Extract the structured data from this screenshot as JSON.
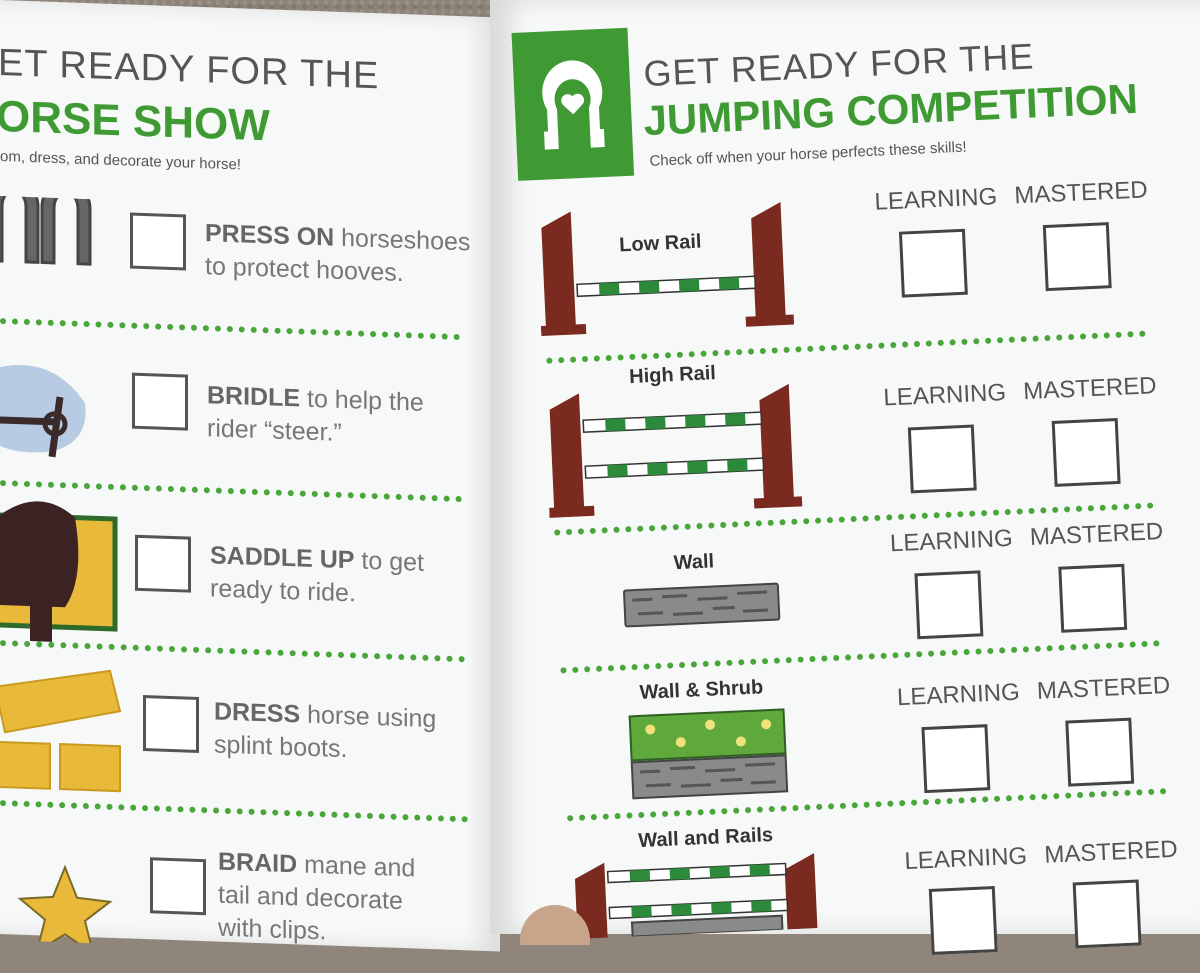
{
  "left_page": {
    "title_line1": "ET READY FOR THE",
    "title_line2": "ORSE SHOW",
    "subtitle": "om, dress, and decorate your horse!",
    "items": [
      {
        "bold": "PRESS ON",
        "rest": " horseshoes",
        "line2": "to protect hooves."
      },
      {
        "bold": "BRIDLE",
        "rest": " to help the",
        "line2": "rider “steer.”"
      },
      {
        "bold": "SADDLE UP",
        "rest": " to get",
        "line2": "ready to ride."
      },
      {
        "bold": "DRESS",
        "rest": " horse using",
        "line2": "splint boots."
      },
      {
        "bold": "BRAID",
        "rest": " mane and",
        "line2": "tail and decorate",
        "line3": "with clips."
      }
    ]
  },
  "right_page": {
    "title_line1": "GET READY FOR THE",
    "title_line2": "JUMPING COMPETITION",
    "subtitle": "Check off when your horse perfects these skills!",
    "col_learning": "LEARNING",
    "col_mastered": "MASTERED",
    "jumps": [
      {
        "label": "Low Rail"
      },
      {
        "label": "High Rail"
      },
      {
        "label": "Wall"
      },
      {
        "label": "Wall & Shrub"
      },
      {
        "label": "Wall and Rails"
      }
    ]
  },
  "colors": {
    "green": "#3f9a34",
    "post_brown": "#7a2a1f",
    "stone_gray": "#8a8a8a",
    "shrub_green": "#5ea83c",
    "yellow": "#e9b93a"
  }
}
